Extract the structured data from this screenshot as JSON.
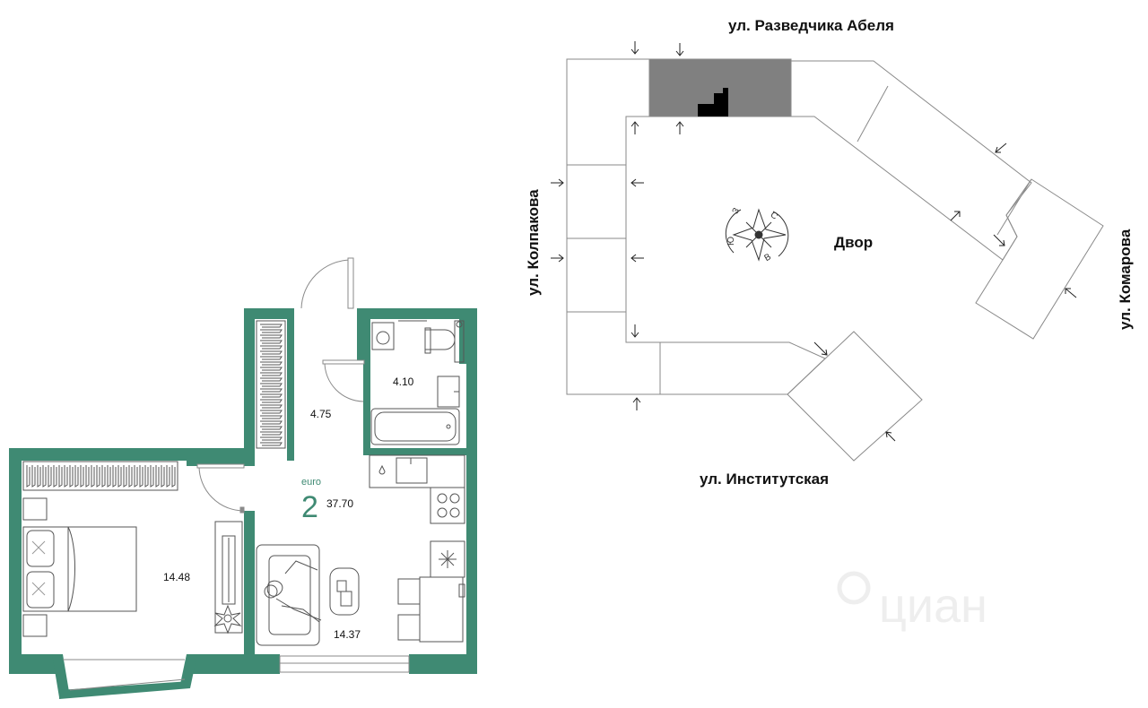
{
  "plan": {
    "type_label": "euro",
    "rooms_count": "2",
    "total_area": "37.70",
    "rooms": {
      "hall": "4.75",
      "bathroom": "4.10",
      "bedroom": "14.48",
      "living": "14.37"
    }
  },
  "site": {
    "streets": {
      "north": "ул. Разведчика Абеля",
      "west": "ул. Колпакова",
      "east": "ул. Комарова",
      "south": "ул. Институтская"
    },
    "courtyard": "Двор",
    "compass": {
      "n": "С",
      "e": "В",
      "s": "Ю",
      "w": "З"
    }
  },
  "watermark": "циан",
  "colors": {
    "wall": "#3f8a73",
    "highlight": "#808080",
    "line": "#8a8a8a"
  }
}
